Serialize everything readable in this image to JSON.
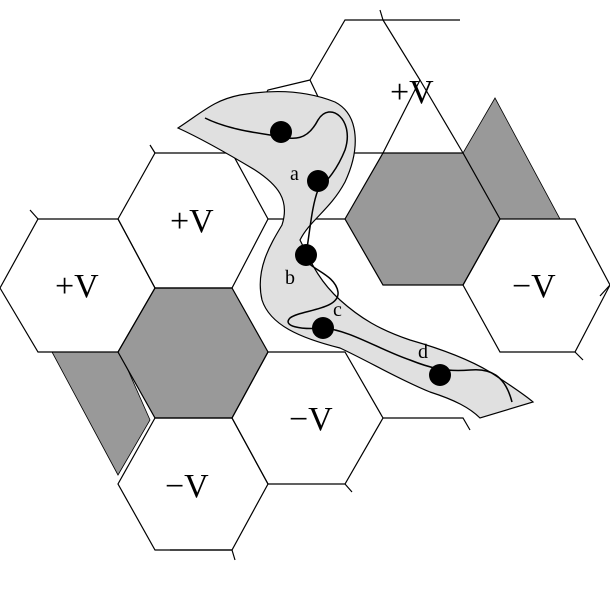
{
  "colors": {
    "background": "#ffffff",
    "line": "#000000",
    "dark_hex": "#999999",
    "channel": "#e0e0e0",
    "dot": "#000000"
  },
  "labels": {
    "plus_v": "+V",
    "minus_v": "−V"
  },
  "points": {
    "a": "a",
    "b": "b",
    "c": "c",
    "d": "d"
  }
}
